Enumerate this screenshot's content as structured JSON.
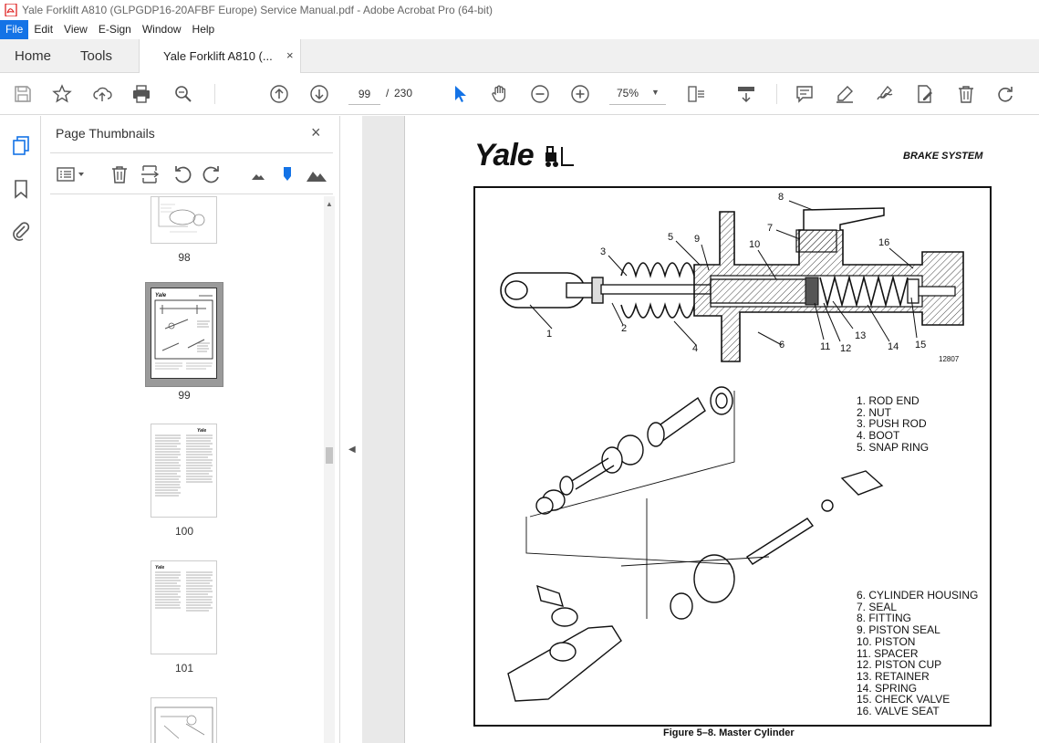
{
  "window": {
    "title": "Yale Forklift A810 (GLPGDP16-20AFBF Europe) Service Manual.pdf - Adobe Acrobat Pro (64-bit)"
  },
  "menu": {
    "items": [
      "File",
      "Edit",
      "View",
      "E-Sign",
      "Window",
      "Help"
    ]
  },
  "tabs": {
    "home": "Home",
    "tools": "Tools",
    "document": "Yale Forklift A810 (...",
    "close": "×"
  },
  "toolbar": {
    "current_page": "99",
    "separator": "/",
    "total_pages": "230",
    "zoom": "75%",
    "icons": [
      "save-icon",
      "star-icon",
      "upload-icon",
      "print-icon",
      "find-icon",
      "prev-page-icon",
      "next-page-icon",
      "select-cursor-icon",
      "hand-icon",
      "zoom-out-icon",
      "zoom-in-icon",
      "page-display-icon",
      "scroll-mode-icon",
      "comment-icon",
      "highlight-icon",
      "sign-icon",
      "edit-icon",
      "delete-icon",
      "rotate-icon"
    ]
  },
  "thumbnails_panel": {
    "title": "Page Thumbnails",
    "close": "×",
    "pages": [
      "98",
      "99",
      "100",
      "101"
    ]
  },
  "document": {
    "logo": "Yale",
    "section": "BRAKE SYSTEM",
    "drawing_number": "12807",
    "caption": "Figure 5–8. Master Cylinder",
    "callouts": [
      "1",
      "2",
      "3",
      "4",
      "5",
      "6",
      "7",
      "8",
      "9",
      "10",
      "11",
      "12",
      "13",
      "14",
      "15",
      "16"
    ],
    "legend_top": [
      "1.  ROD END",
      "2.  NUT",
      "3.  PUSH ROD",
      "4.  BOOT",
      "5.  SNAP RING"
    ],
    "legend_bottom": [
      "6.  CYLINDER HOUSING",
      "7.  SEAL",
      "8.  FITTING",
      "9.  PISTON SEAL",
      "10.  PISTON",
      "11.  SPACER",
      "12.  PISTON CUP",
      "13.  RETAINER",
      "14.  SPRING",
      "15.  CHECK VALVE",
      "16.  VALVE SEAT"
    ]
  },
  "colors": {
    "accent": "#1473e6",
    "selected_thumb": "#9a9a9a",
    "doc_background": "#e9e9e9"
  }
}
